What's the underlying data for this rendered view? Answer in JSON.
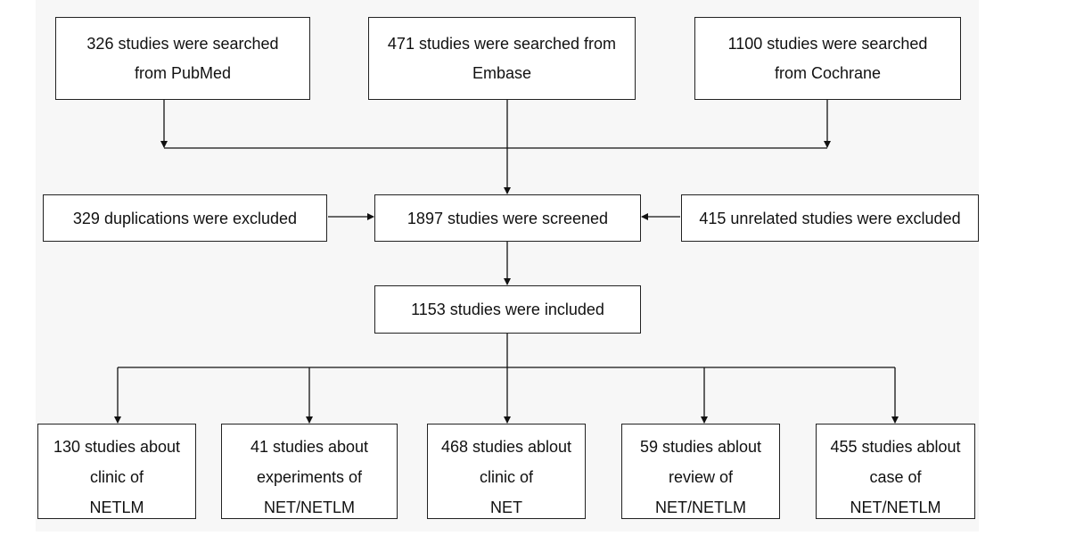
{
  "boxes": {
    "pubmed": [
      "326 studies were searched",
      "from PubMed"
    ],
    "embase": [
      "471 studies were searched from",
      "Embase"
    ],
    "cochrane": [
      "1100 studies were searched",
      "from Cochrane"
    ],
    "duplications": [
      "329 duplications were excluded"
    ],
    "screened": [
      "1897  studies were screened"
    ],
    "unrelated": [
      "415 unrelated studies were excluded"
    ],
    "included": [
      "1153 studies were included"
    ],
    "clinic_netlm": [
      "130 studies about",
      "clinic of",
      "NETLM"
    ],
    "experiments": [
      "41 studies about",
      "experiments of",
      "NET/NETLM"
    ],
    "clinic_net": [
      "468 studies ablout",
      "clinic of",
      "NET"
    ],
    "review": [
      "59 studies ablout",
      "review of",
      "NET/NETLM"
    ],
    "case": [
      "455 studies ablout",
      "case of",
      "NET/NETLM"
    ]
  }
}
